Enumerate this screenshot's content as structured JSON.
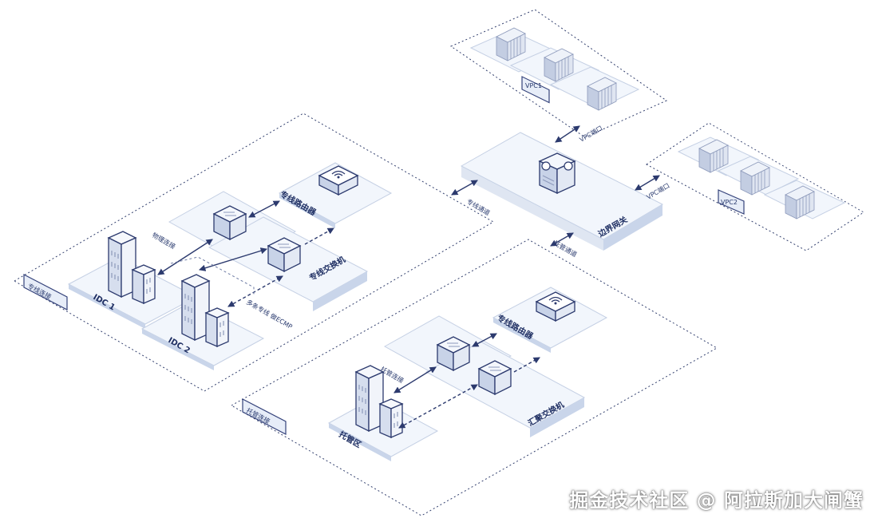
{
  "regions": {
    "vpc1_tag": "VPC1",
    "vpc2_tag": "VPC2",
    "dedicated_tag": "专线连接",
    "hosted_tag": "托管连接"
  },
  "nodes": {
    "border_gateway": "边界网关",
    "idc1": "IDC 1",
    "idc2": "IDC 2",
    "dedicated_router_1": "专线路由器",
    "dedicated_switch": "专线交换机",
    "dedicated_router_2": "专线路由器",
    "aggregation_switch": "汇聚交换机",
    "hosted_area": "托管区"
  },
  "link_labels": {
    "vpc_port_1": "VPC端口",
    "vpc_port_2": "VPC端口",
    "dedicated_channel": "专线通道",
    "hosted_channel": "托管通道",
    "physical_connection": "物理连接",
    "multi_line_ecmp": "多条专线 做ECMP",
    "hosted_connection": "托管连接"
  },
  "watermark": "掘金技术社区 @ 阿拉斯加大闸蟹",
  "colors": {
    "line": "#2c3a6e",
    "plate": "#f2f6fc",
    "plate_edge": "#c9d5ea",
    "label": "#1f2f63"
  }
}
